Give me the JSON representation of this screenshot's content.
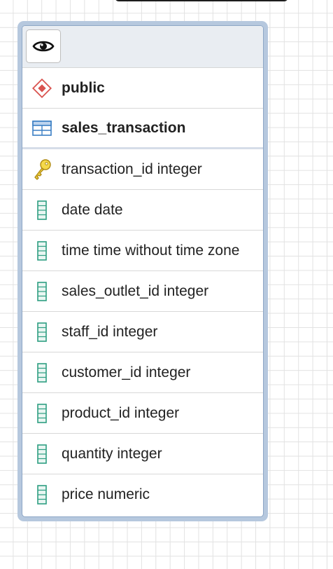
{
  "schema": {
    "name": "public"
  },
  "table": {
    "name": "sales_transaction"
  },
  "columns": [
    {
      "label": "transaction_id integer",
      "icon": "primary-key-icon"
    },
    {
      "label": "date date",
      "icon": "column-icon"
    },
    {
      "label": "time time without time zone",
      "icon": "column-icon"
    },
    {
      "label": "sales_outlet_id integer",
      "icon": "column-icon"
    },
    {
      "label": "staff_id integer",
      "icon": "column-icon"
    },
    {
      "label": "customer_id integer",
      "icon": "column-icon"
    },
    {
      "label": "product_id integer",
      "icon": "column-icon"
    },
    {
      "label": "quantity integer",
      "icon": "column-icon"
    },
    {
      "label": "price numeric",
      "icon": "column-icon"
    }
  ],
  "colors": {
    "node_border": "#b6c8de",
    "schema_icon": "#d9534f",
    "table_icon": "#3b7fc4",
    "column_icon": "#2e9e82",
    "key_icon": "#f0c419"
  }
}
